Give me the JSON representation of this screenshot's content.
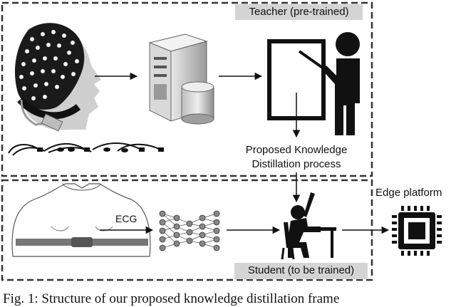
{
  "teacher_box": {
    "label": "Teacher (pre-trained)"
  },
  "student_box": {
    "label": "Student (to be trained)"
  },
  "process": {
    "line1": "Proposed Knowledge",
    "line2": "Distillation process"
  },
  "signal": {
    "label": "ECG"
  },
  "edge": {
    "label": "Edge platform"
  },
  "caption": {
    "text": "Fig. 1: Structure of our proposed knowledge distillation frame"
  },
  "colors": {
    "box_border": "#333333",
    "label_bg": "#d4d4d4",
    "figure": "#000000"
  }
}
